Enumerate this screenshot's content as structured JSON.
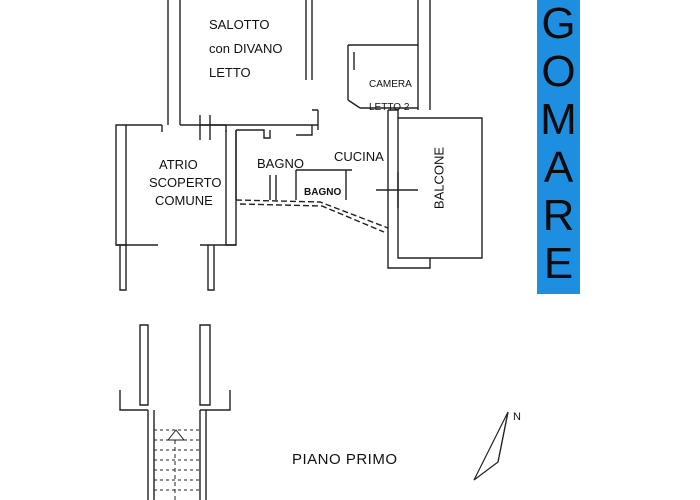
{
  "rooms": {
    "salotto_line1": "SALOTTO",
    "salotto_line2": "con DIVANO",
    "salotto_line3": "LETTO",
    "camera_line1": "CAMERA",
    "camera_line2": "LETTO 2",
    "cucina": "CUCINA",
    "bagno_large": "BAGNO",
    "bagno_small": "BAGNO",
    "atrio_line1": "ATRIO",
    "atrio_line2": "SCOPERTO",
    "atrio_line3": "COMUNE",
    "balcone": "BALCONE"
  },
  "banner": {
    "letters": [
      "G",
      "O",
      "M",
      "A",
      "R",
      "E"
    ],
    "color": "#1e8fe0"
  },
  "compass": {
    "north": "N"
  },
  "floor_label": "PIANO PRIMO"
}
